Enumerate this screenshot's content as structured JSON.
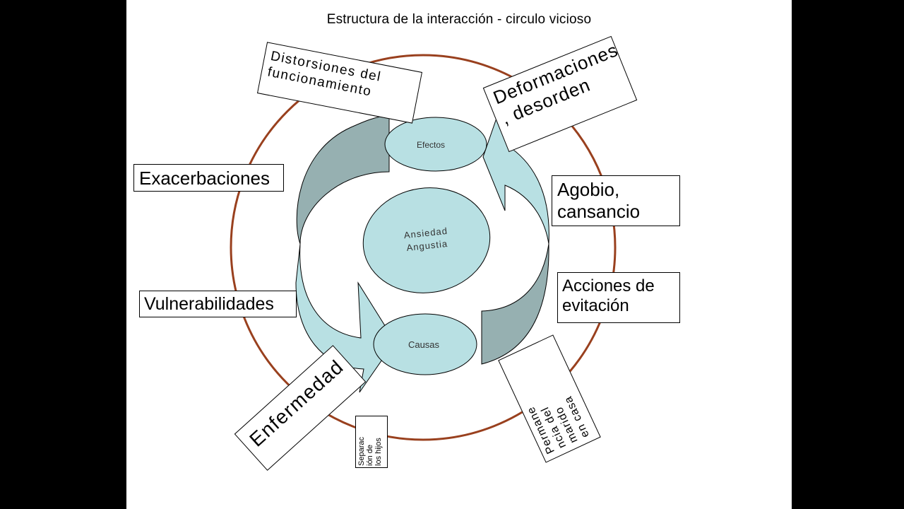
{
  "title": "Estructura de la interacción - circulo vicioso",
  "center": {
    "line1": "Ansiedad",
    "line2": "Angustia"
  },
  "efectos": "Efectos",
  "causas": "Causas",
  "labels": {
    "distorsiones": "Distorsiones del\nfuncionamiento",
    "deformaciones": "Deformaciones\n, desorden",
    "exacerbaciones": "Exacerbaciones",
    "agobio": "Agobio,\ncansancio",
    "acciones": "Acciones de\nevitación",
    "vulnerabilidades": "Vulnerabilidades",
    "enfermedad": "Enfermedad",
    "separacion": "Separac\nión de\nlos hijos",
    "permanencia": "Permane\nncia del\nmarido\nen casa"
  },
  "colors": {
    "ring": "#99401e",
    "ellipse_fill": "#b8e0e3",
    "arrow_dark": "#96b0b1",
    "arrow_light": "#b8e0e3"
  }
}
